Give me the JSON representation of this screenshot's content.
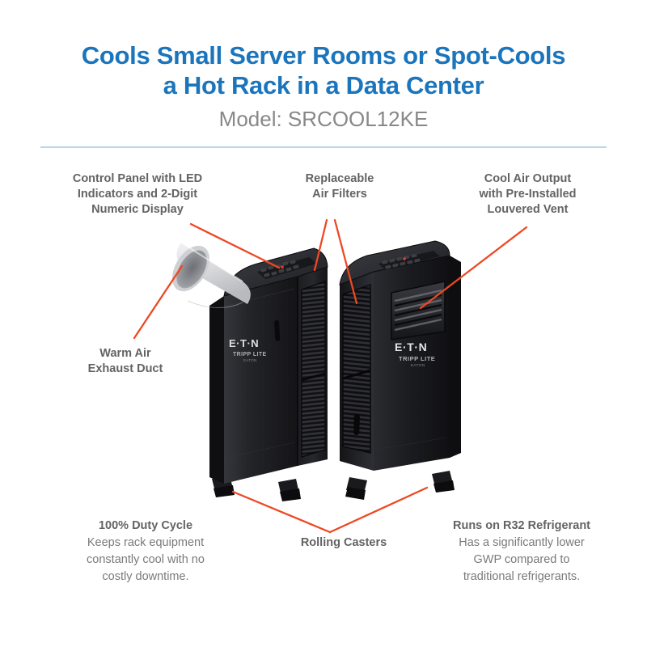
{
  "header": {
    "title_line1": "Cools Small Server Rooms or Spot-Cools",
    "title_line2": "a Hot Rack in a Data Center",
    "subtitle": "Model: SRCOOL12KE",
    "title_color": "#1b75bc",
    "subtitle_color": "#888888",
    "divider_color": "#b8d8ea"
  },
  "callouts": {
    "control_panel": {
      "line1": "Control Panel with LED",
      "line2": "Indicators and 2-Digit",
      "line3": "Numeric Display"
    },
    "air_filters": {
      "line1": "Replaceable",
      "line2": "Air Filters"
    },
    "cool_air_output": {
      "line1": "Cool Air Output",
      "line2": "with Pre-Installed",
      "line3": "Louvered Vent"
    },
    "exhaust_duct": {
      "line1": "Warm Air",
      "line2": "Exhaust Duct"
    },
    "rolling_casters": {
      "line1": "Rolling Casters"
    }
  },
  "features": {
    "duty_cycle": {
      "heading": "100% Duty Cycle",
      "body_line1": "Keeps rack equipment",
      "body_line2": "constantly cool with no",
      "body_line3": "costly downtime."
    },
    "refrigerant": {
      "heading": "Runs on R32 Refrigerant",
      "body_line1": "Has a significantly lower",
      "body_line2": "GWP compared to",
      "body_line3": "traditional refrigerants."
    }
  },
  "product": {
    "brand_primary": "E·T·N",
    "brand_secondary": "TRIPP LITE",
    "brand_tertiary": "EATON",
    "unit_left_name": "portable-ac-unit-rear-left",
    "unit_right_name": "portable-ac-unit-front-right",
    "duct_name": "warm-air-exhaust-duct"
  },
  "colors": {
    "leader_line": "#ee4823",
    "callout_text": "#636363",
    "body_text": "#7a7a7a",
    "chassis_dark": "#1a1a1c",
    "chassis_mid": "#2b2c30",
    "chassis_light": "#3c3d42",
    "duct_gray": "#e3e3e5",
    "background": "#ffffff"
  }
}
